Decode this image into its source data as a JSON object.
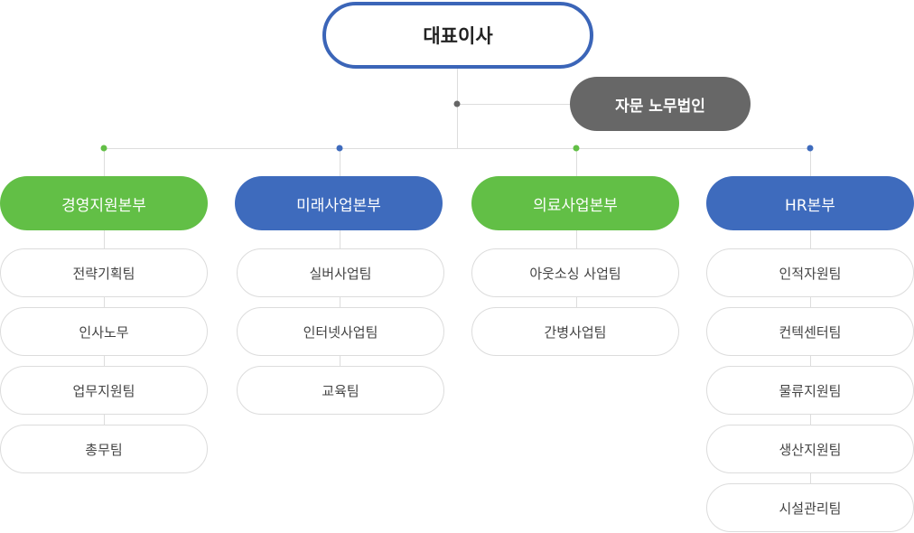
{
  "ceo": {
    "label": "대표이사"
  },
  "advisor": {
    "label": "자문 노무법인"
  },
  "colors": {
    "green": "#62bf46",
    "blue": "#3e6bbd",
    "ceo_border": "#3b65b8",
    "advisor": "#676767",
    "connector": "#dddddd"
  },
  "divisions": [
    {
      "label": "경영지원본부",
      "color": "green",
      "teams": [
        "전략기획팀",
        "인사노무",
        "업무지원팀",
        "총무팀"
      ]
    },
    {
      "label": "미래사업본부",
      "color": "blue",
      "teams": [
        "실버사업팀",
        "인터넷사업팀",
        "교육팀"
      ]
    },
    {
      "label": "의료사업본부",
      "color": "green",
      "teams": [
        "아웃소싱 사업팀",
        "간병사업팀"
      ]
    },
    {
      "label": "HR본부",
      "color": "blue",
      "teams": [
        "인적자원팀",
        "컨텍센터팀",
        "물류지원팀",
        "생산지원팀",
        "시설관리팀"
      ]
    }
  ]
}
